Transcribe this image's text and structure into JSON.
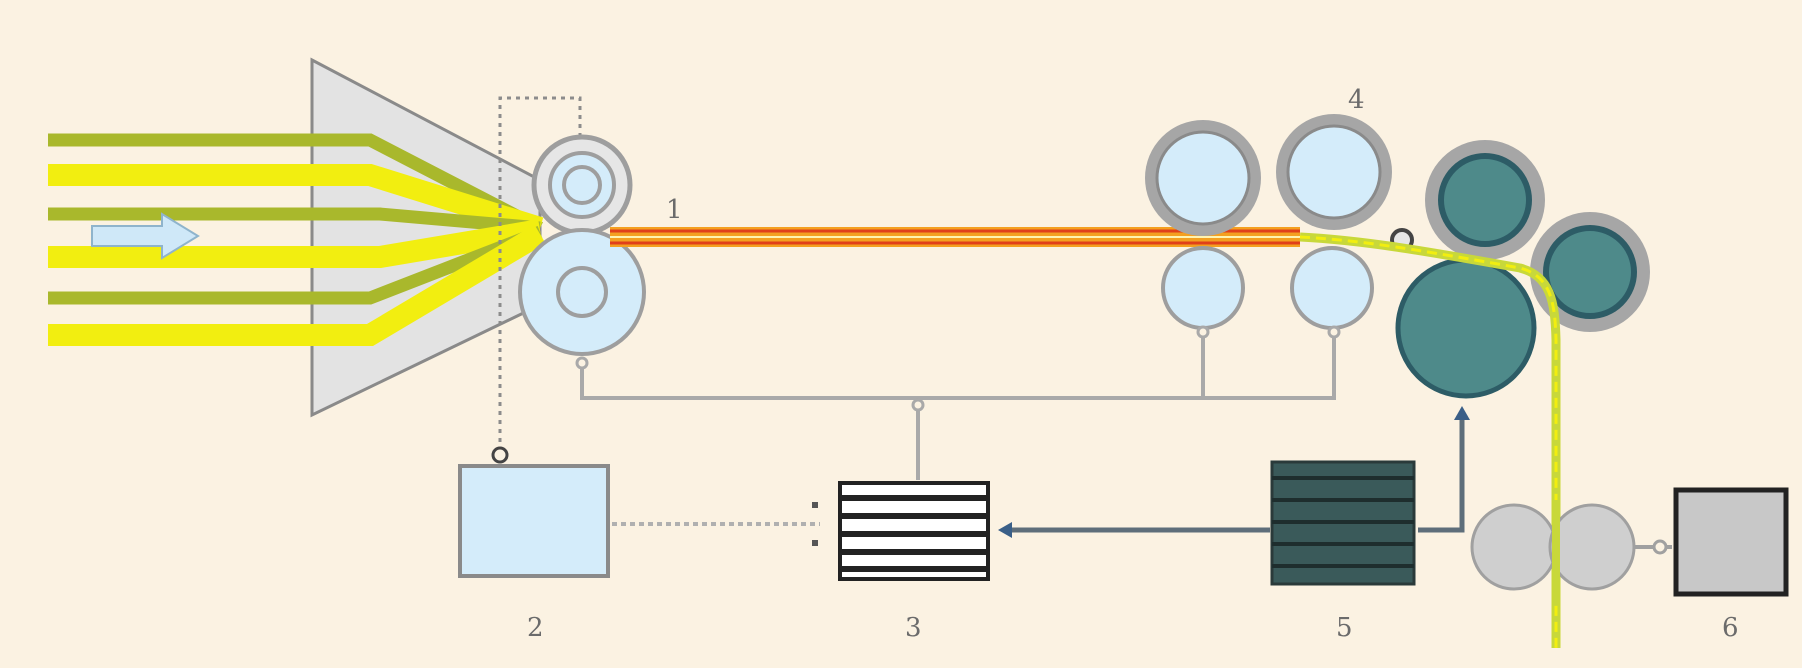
{
  "diagram": {
    "labels": {
      "l1": "1",
      "l2": "2",
      "l3": "3",
      "l4": "4",
      "l5": "5",
      "l6": "6"
    },
    "colors": {
      "background": "#fbf2e2",
      "fiber_yellow": "#f2ee10",
      "fiber_olive": "#a9b82c",
      "die": "#e3e3e3",
      "roller_light": "#d4ecfa",
      "roller_ring": "#9e9e9e",
      "roller_teal": "#4e8a8a",
      "roller_teal_ring": "#2d5c66",
      "controller_box": "#d4ecfa",
      "stack_box_dark": "#3a5a5a",
      "output_box": "#c8c8c8",
      "arrow_fill": "#cfe8f8",
      "profile_red": "#e0401a",
      "profile_orange": "#f4a020"
    },
    "icons": {
      "flow_arrow": "right-arrow-icon"
    }
  }
}
